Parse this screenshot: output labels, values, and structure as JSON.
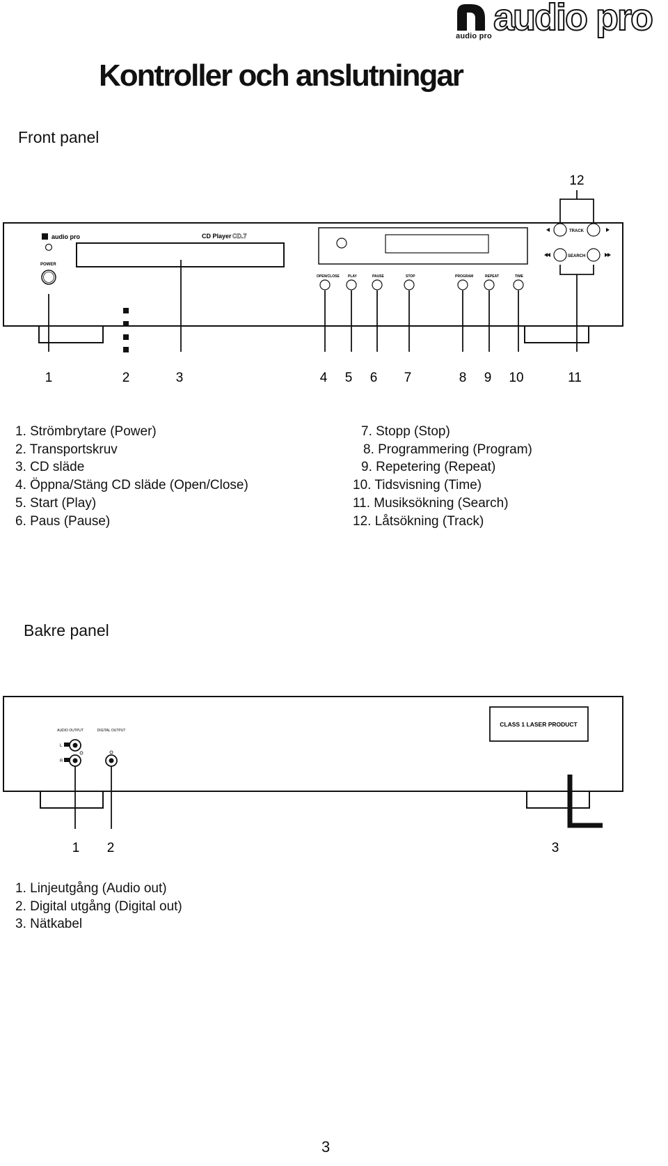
{
  "brand": {
    "small_text": "audio pro",
    "big_text": "audio pro"
  },
  "title": "Kontroller och anslutningar",
  "front": {
    "heading": "Front panel",
    "device": {
      "logo_text": "audio pro",
      "model_prefix": "CD Player",
      "model_suffix": "CD.7",
      "power_label": "POWER",
      "button_labels": [
        "OPEN/CLOSE",
        "PLAY",
        "PAUSE",
        "STOP",
        "PROGRAM",
        "REPEAT",
        "TIME"
      ],
      "track_label": "TRACK",
      "search_label": "SEARCH"
    },
    "callouts": [
      "1",
      "2",
      "3",
      "4",
      "5",
      "6",
      "7",
      "8",
      "9",
      "10",
      "11",
      "12"
    ],
    "legend_left": [
      "1. Strömbrytare (Power)",
      "2. Transportskruv",
      "3. CD släde",
      "4. Öppna/Stäng CD släde (Open/Close)",
      "5. Start (Play)",
      "6. Paus (Pause)"
    ],
    "legend_right": [
      "7. Stopp (Stop)",
      "8. Programmering (Program)",
      "9. Repetering (Repeat)",
      "10. Tidsvisning (Time)",
      "11. Musiksökning (Search)",
      "12. Låtsökning (Track)"
    ]
  },
  "rear": {
    "heading": "Bakre panel",
    "device": {
      "audio_output_label": "AUDIO OUTPUT",
      "digital_output_label": "DIGITAL OUTPUT",
      "left_label": "L",
      "right_label": "R",
      "laser_label": "CLASS 1 LASER PRODUCT"
    },
    "callouts": [
      "1",
      "2",
      "3"
    ],
    "legend": [
      "1. Linjeutgång (Audio out)",
      "2. Digital utgång (Digital out)",
      "3. Nätkabel"
    ]
  },
  "page_number": "3"
}
